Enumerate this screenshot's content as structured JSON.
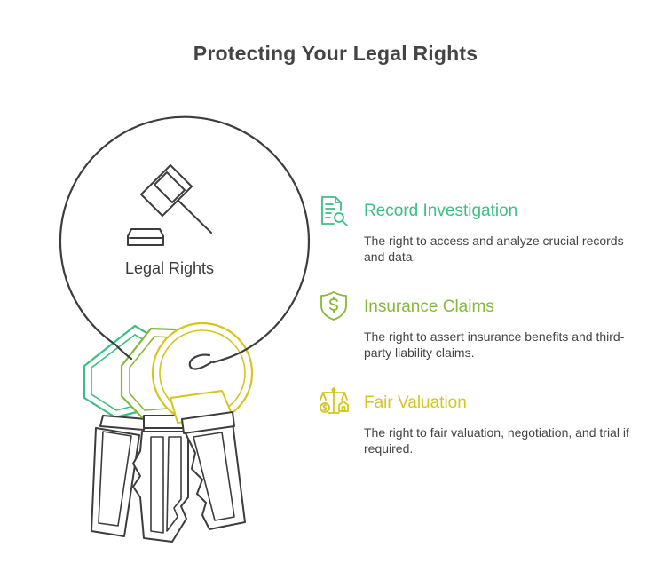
{
  "title": "Protecting Your Legal Rights",
  "center": {
    "label": "Legal Rights",
    "icon": "gavel-icon"
  },
  "colors": {
    "green": "#3cbf84",
    "lime": "#86b93a",
    "yellow": "#d4c521",
    "outline": "#3d3d3d"
  },
  "items": [
    {
      "heading": "Record Investigation",
      "description": "The right to access and analyze crucial records and data.",
      "icon": "document-search-icon",
      "color": "#3cbf84"
    },
    {
      "heading": "Insurance Claims",
      "description": "The right to assert insurance benefits and third-party liability claims.",
      "icon": "dollar-shield-icon",
      "color": "#86b93a"
    },
    {
      "heading": "Fair Valuation",
      "description": "The right to fair valuation, negotiation, and trial if required.",
      "icon": "balance-scale-icon",
      "color": "#d4c521"
    }
  ]
}
